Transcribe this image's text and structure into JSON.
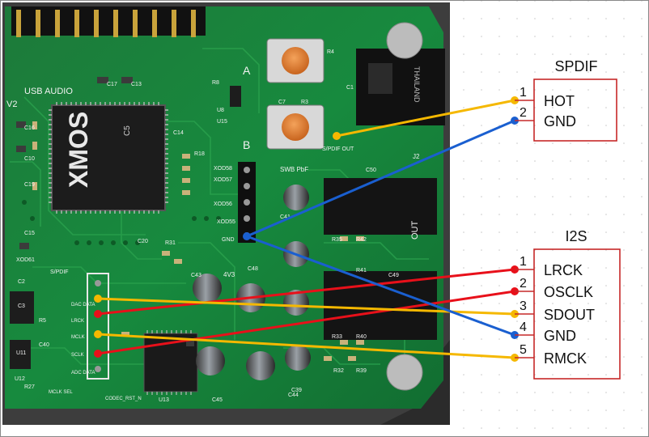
{
  "board": {
    "chip_logo": "XMOS",
    "chip_code": "C5",
    "silkscreen": {
      "usb_audio": "USB AUDIO",
      "version": "V2",
      "a": "A",
      "b": "B",
      "xod_labels": [
        "XOD58",
        "XOD57",
        "XOD56",
        "XOD55"
      ],
      "xod61": "XOD61",
      "gnd": "GND",
      "spdif_out": "S/PDIF OUT",
      "s_pdif": "S/PDIF",
      "swb": "SWB PbF",
      "thailand": "THAILAND",
      "j2": "J2",
      "out": "OUT",
      "four_v3": "4V3",
      "pin_labels": [
        "DAC DATA",
        "LRCK",
        "MCLK",
        "SCLK",
        "ADC DATA"
      ],
      "bottom_labels": [
        "MCLK SEL",
        "CODEC_RST_N"
      ],
      "refs": [
        "R4",
        "R8",
        "R3",
        "C7",
        "U8",
        "U15",
        "C1",
        "C17",
        "C13",
        "C16",
        "C10",
        "C19",
        "C15",
        "C14",
        "R18",
        "C20",
        "R31",
        "R35",
        "R42",
        "C50",
        "C49",
        "R41",
        "R33",
        "R40",
        "R32",
        "R39",
        "C41",
        "C44",
        "C43",
        "C39",
        "C45",
        "U13",
        "U12",
        "R27",
        "U11",
        "C2",
        "C3",
        "R5",
        "C40",
        "C48"
      ]
    }
  },
  "connections": {
    "colors": {
      "hot": "#f5b800",
      "gnd": "#1a5fd0",
      "i2s": "#e8101a"
    },
    "spdif": {
      "title": "SPDIF",
      "pins": [
        {
          "num": "1",
          "label": "HOT"
        },
        {
          "num": "2",
          "label": "GND"
        }
      ]
    },
    "i2s": {
      "title": "I2S",
      "pins": [
        {
          "num": "1",
          "label": "LRCK"
        },
        {
          "num": "2",
          "label": "OSCLK"
        },
        {
          "num": "3",
          "label": "SDOUT"
        },
        {
          "num": "4",
          "label": "GND"
        },
        {
          "num": "5",
          "label": "RMCK"
        }
      ]
    }
  }
}
